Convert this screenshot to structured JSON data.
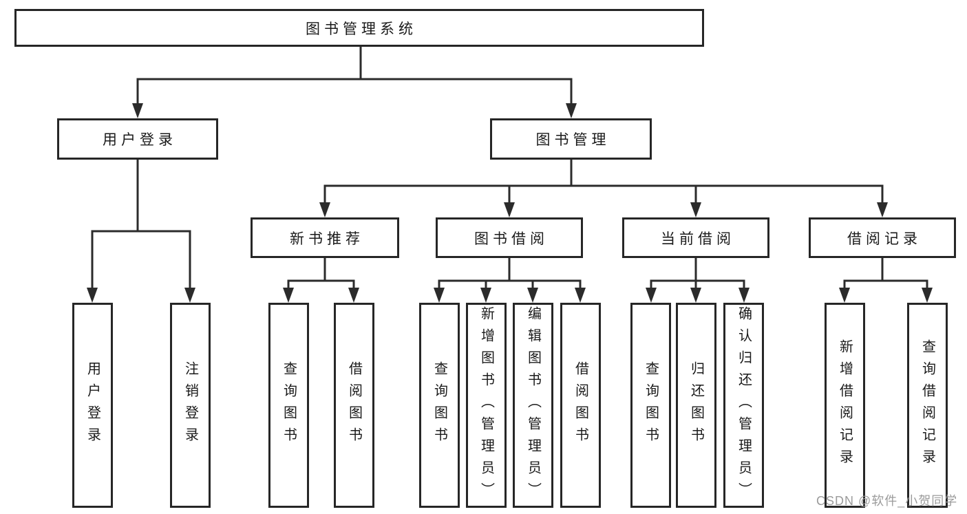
{
  "diagram_title": "图书管理系统",
  "tree": {
    "root": {
      "label": "图书管理系统"
    },
    "level2": [
      {
        "label": "用户登录",
        "children": [
          {
            "label": "用户登录"
          },
          {
            "label": "注销登录"
          }
        ]
      },
      {
        "label": "图书管理",
        "children": [
          {
            "label": "新书推荐",
            "children": [
              {
                "label": "查询图书"
              },
              {
                "label": "借阅图书"
              }
            ]
          },
          {
            "label": "图书借阅",
            "children": [
              {
                "label": "查询图书"
              },
              {
                "label": "新增图书（管理员）"
              },
              {
                "label": "编辑图书（管理员）"
              },
              {
                "label": "借阅图书"
              }
            ]
          },
          {
            "label": "当前借阅",
            "children": [
              {
                "label": "查询图书"
              },
              {
                "label": "归还图书"
              },
              {
                "label": "确认归还（管理员）"
              }
            ]
          },
          {
            "label": "借阅记录",
            "children": [
              {
                "label": "新增借阅记录"
              },
              {
                "label": "查询借阅记录"
              }
            ]
          }
        ]
      }
    ]
  },
  "watermark": {
    "text": "CSDN @软件_小贺同学"
  },
  "colors": {
    "line": "#2b2b2b",
    "box_border": "#262626",
    "text": "#1a1a1a",
    "watermark": "#9b9b9b",
    "background": "#ffffff"
  }
}
